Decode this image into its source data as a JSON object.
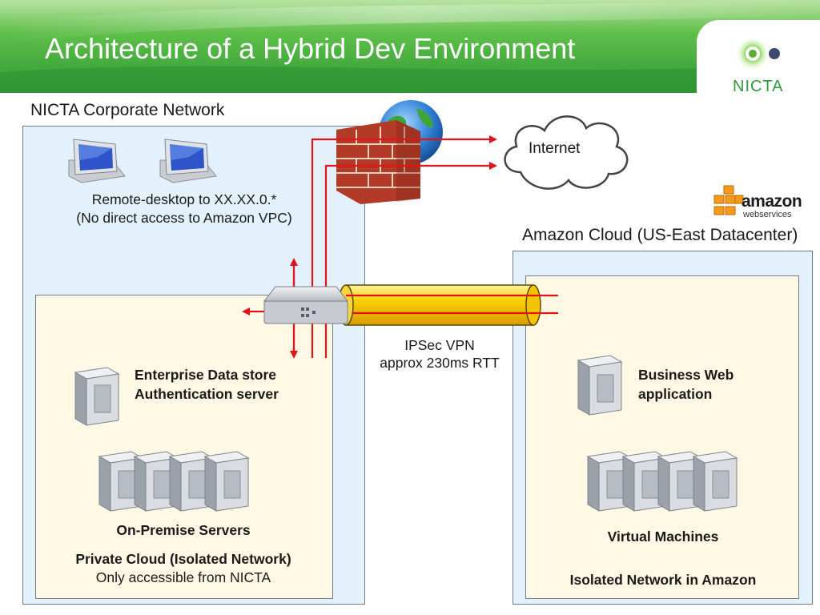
{
  "title": "Architecture of a Hybrid Dev Environment",
  "logo": {
    "text": "NICTA"
  },
  "amazon_logo": {
    "line1": "amazon",
    "line2": "webservices"
  },
  "corporate": {
    "heading": "NICTA Corporate Network",
    "remote_line1": "Remote-desktop to XX.XX.0.*",
    "remote_line2": "(No direct access to Amazon VPC)"
  },
  "private_cloud": {
    "enterprise_line1": "Enterprise Data store",
    "enterprise_line2": "Authentication server",
    "on_premise": "On-Premise Servers",
    "title": "Private Cloud (Isolated Network)",
    "subtitle": "Only accessible from NICTA"
  },
  "internet": {
    "label": "Internet"
  },
  "vpn": {
    "line1": "IPSec VPN",
    "line2": "approx 230ms RTT"
  },
  "amazon_cloud": {
    "heading": "Amazon Cloud (US-East Datacenter)",
    "web_line1": "Business Web",
    "web_line2": "application",
    "vms": "Virtual Machines",
    "isolated": "Isolated Network in Amazon"
  },
  "colors": {
    "arrow": "#e0141b",
    "tube": "#f7c600",
    "header_green": "#3aa63c"
  }
}
